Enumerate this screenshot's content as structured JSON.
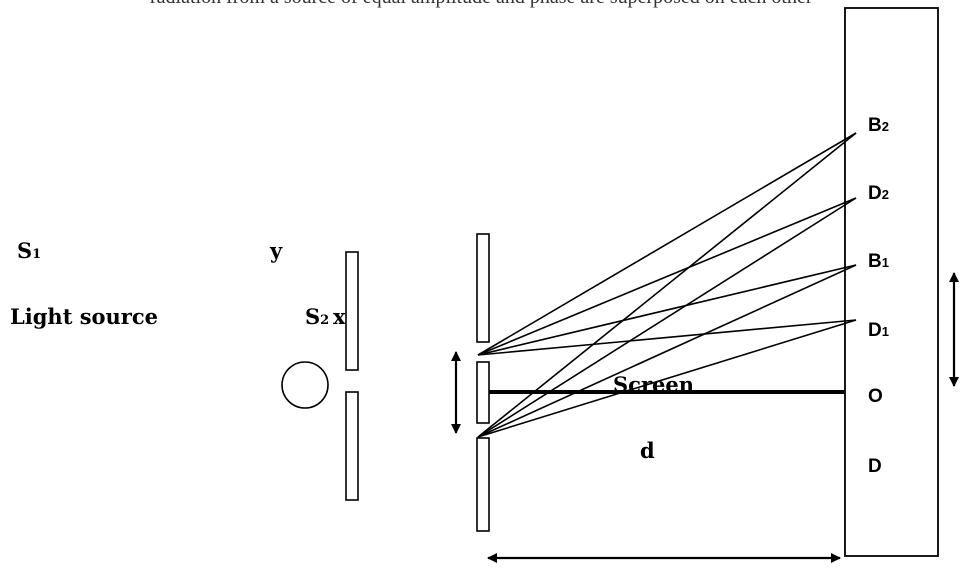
{
  "caption_fragment": "radiation from a source of equal amplitude and phase are superposed on each other",
  "labels": {
    "s1": {
      "main": "S",
      "sub": "1"
    },
    "y": "y",
    "light_source": "Light source",
    "s2": {
      "main": "S",
      "sub": "2"
    },
    "x": "x",
    "screen": "Screen",
    "d": "d",
    "b2": {
      "main": "B",
      "sub": "2"
    },
    "d2": {
      "main": "D",
      "sub": "2"
    },
    "b1": {
      "main": "B",
      "sub": "1"
    },
    "d1": {
      "main": "D",
      "sub": "1"
    },
    "o": "O",
    "bottom_d": "D"
  },
  "colors": {
    "stroke": "#000000",
    "background": "#ffffff"
  }
}
